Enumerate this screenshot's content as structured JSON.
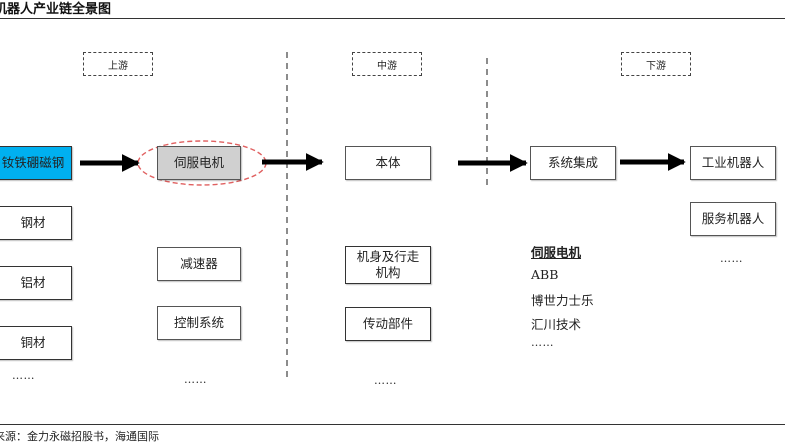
{
  "header": {
    "title": "机器人产业链全景图"
  },
  "footer": {
    "source": "来源：金力永磁招股书，海通国际"
  },
  "stages": {
    "upstream": "上游",
    "midstream": "中游",
    "downstream": "下游"
  },
  "upstream": {
    "materials": [
      "钕铁硼磁钢",
      "钢材",
      "铝材",
      "铜材"
    ],
    "materials_more": "……",
    "components": [
      "伺服电机",
      "减速器",
      "控制系统"
    ],
    "components_more": "……"
  },
  "midstream": {
    "body": "本体",
    "parts": [
      "机身及行走机构",
      "传动部件"
    ],
    "parts_more": "……"
  },
  "integration": {
    "label": "系统集成",
    "servo_heading": "伺服电机",
    "companies": [
      "ABB",
      "博世力士乐",
      "汇川技术"
    ],
    "companies_more": "……"
  },
  "downstream": {
    "products": [
      "工业机器人",
      "服务机器人"
    ],
    "products_more": "……"
  },
  "colors": {
    "highlight": "#00b0f0",
    "gray": "#d0d0d0",
    "ellipse": "#e06060",
    "arrow": "#000000"
  }
}
